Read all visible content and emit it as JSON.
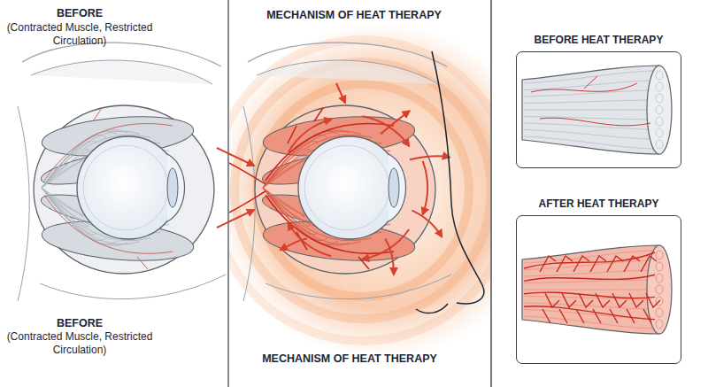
{
  "diagram": {
    "nodes": [
      {
        "text": [
          "BEFORE HEAT THERAPY"
        ]
      },
      {
        "text": [
          "AFTER HEAT THERAPY"
        ]
      }
    ],
    "labels": [
      "BEFORE",
      "(Contracted Muscle, Restricted Circulation)",
      "MECHANISM OF HEAT THERAPY",
      "BEFORE",
      "(Contracted Muscle, Restricted Circulation)",
      "MECHANISM OF HEAT THERAPY"
    ]
  }
}
